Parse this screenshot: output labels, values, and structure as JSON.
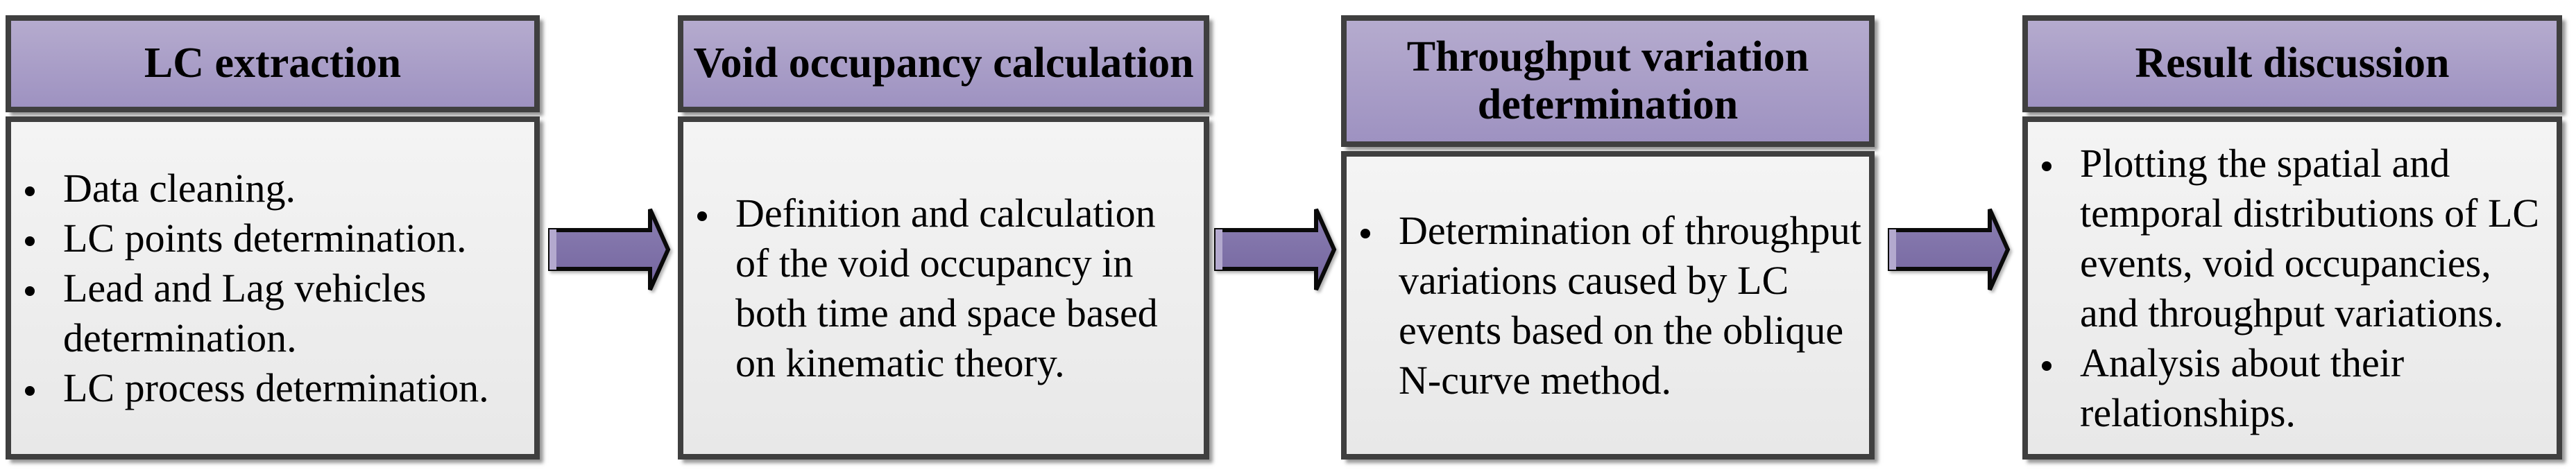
{
  "figure": {
    "type": "process-flowchart",
    "background": "#ffffff",
    "direction": "left-to-right"
  },
  "colors": {
    "c_background": "#ffffff",
    "c_border": "#3f3f3f",
    "c_text": "#000000",
    "c_header_top": "#b5abce",
    "c_header_bottom": "#9e92c1",
    "c_body_top": "#f4f4f4",
    "c_body_bottom": "#e8e8e8",
    "c_arrow_top": "#8b7fb2",
    "c_arrow_bottom": "#74659f",
    "c_arrow_highlight": "#b3a9ce"
  },
  "boxes": [
    {
      "title": "LC extraction",
      "bullets": [
        "Data cleaning.",
        "LC points determination.",
        "Lead and Lag vehicles determination.",
        "LC process determination."
      ]
    },
    {
      "title": "Void occupancy calculation",
      "bullets": [
        "Definition and calculation of the void occupancy in both time and space based on kinematic theory."
      ]
    },
    {
      "title": "Throughput variation determination",
      "bullets": [
        "Determination of throughput variations caused by LC events based on the oblique N-curve method."
      ]
    },
    {
      "title": "Result discussion",
      "bullets": [
        "Plotting the spatial and temporal distributions of LC events, void occupancies, and throughput variations.",
        "Analysis about their relationships."
      ]
    }
  ],
  "arrows": [
    {
      "name": "arrow-right-icon",
      "from": "LC extraction",
      "to": "Void occupancy calculation"
    },
    {
      "name": "arrow-right-icon",
      "from": "Void occupancy calculation",
      "to": "Throughput variation determination"
    },
    {
      "name": "arrow-right-icon",
      "from": "Throughput variation determination",
      "to": "Result discussion"
    }
  ]
}
